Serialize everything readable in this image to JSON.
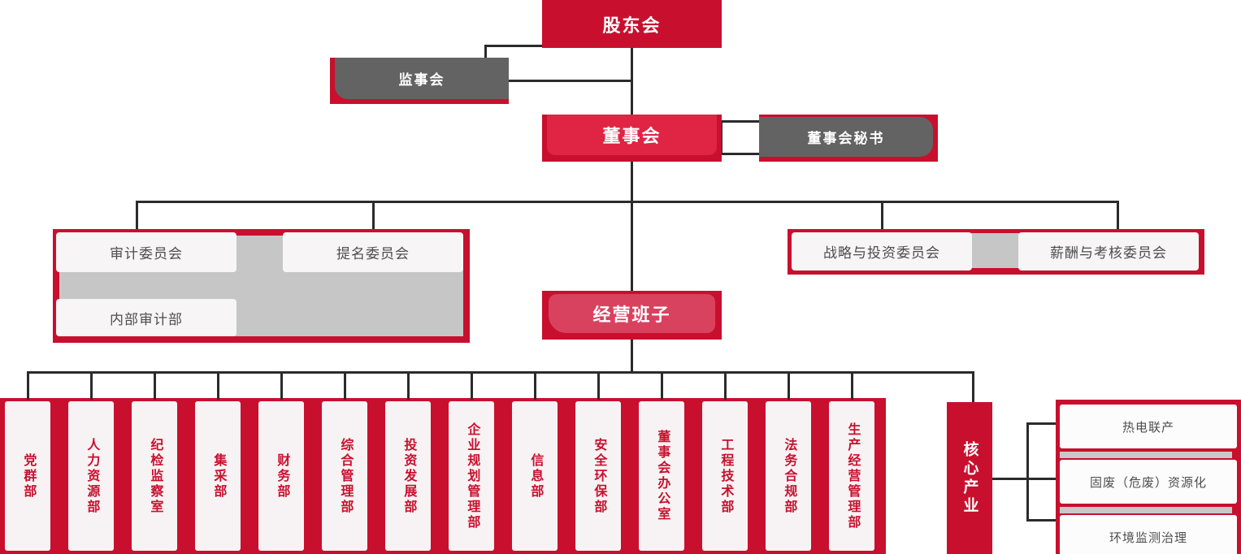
{
  "chart_type": "organization-chart",
  "nodes": {
    "shareholders": "股东会",
    "supervisory_board": "监事会",
    "board_of_directors": "董事会",
    "board_secretary": "董事会秘书",
    "management_team": "经营班子",
    "core_industry": "核心产业"
  },
  "committees_left": [
    {
      "label": "审计委员会"
    },
    {
      "label": "提名委员会"
    }
  ],
  "committees_left_sub": [
    {
      "label": "内部审计部"
    }
  ],
  "committees_right": [
    {
      "label": "战略与投资委员会"
    },
    {
      "label": "薪酬与考核委员会"
    }
  ],
  "departments": [
    {
      "label": "党群部"
    },
    {
      "label": "人力资源部"
    },
    {
      "label": "纪检监察室"
    },
    {
      "label": "集采部"
    },
    {
      "label": "财务部"
    },
    {
      "label": "综合管理部"
    },
    {
      "label": "投资发展部"
    },
    {
      "label": "企业规划管理部"
    },
    {
      "label": "信息部"
    },
    {
      "label": "安全环保部"
    },
    {
      "label": "董事会办公室"
    },
    {
      "label": "工程技术部"
    },
    {
      "label": "法务合规部"
    },
    {
      "label": "生产经营管理部"
    }
  ],
  "core_business": [
    {
      "label": "热电联产"
    },
    {
      "label": "固废（危废）资源化"
    },
    {
      "label": "环境监测治理"
    }
  ],
  "colors": {
    "primary_red": "#c8102e",
    "bright_red": "#d9203c",
    "pink_red": "#d9425e",
    "gray_node": "#636363",
    "panel_gray": "#c6c6c6",
    "box_white": "#f7f5f5",
    "line": "#2b2b2b",
    "text_gray": "#4d4d4d"
  }
}
